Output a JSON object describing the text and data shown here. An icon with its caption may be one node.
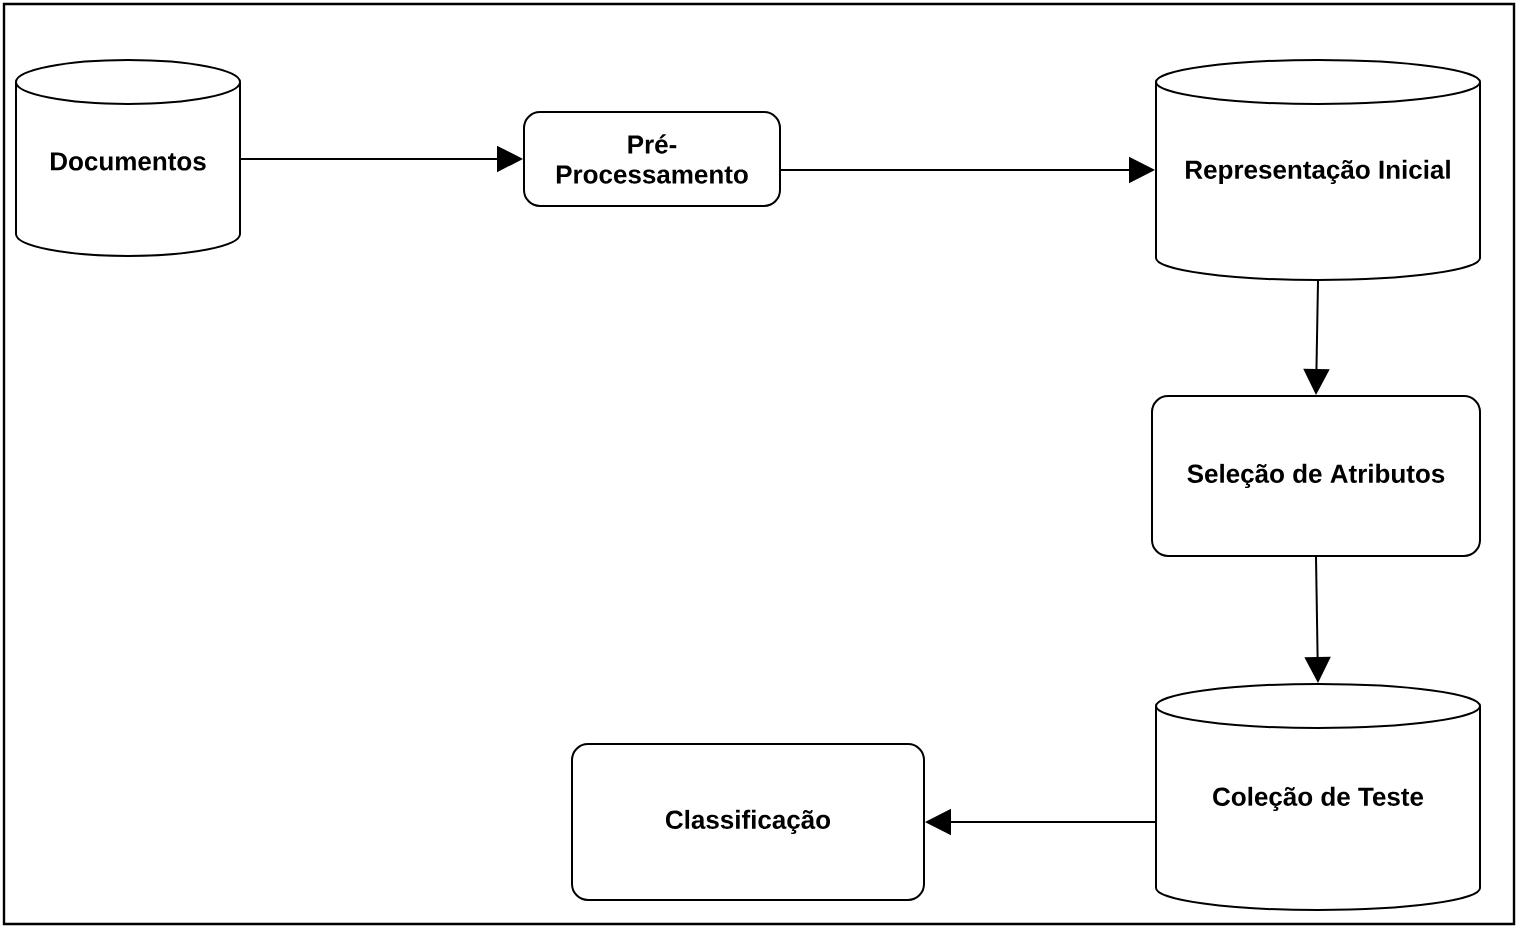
{
  "diagram": {
    "nodes": [
      {
        "text": [
          "Documentos"
        ]
      },
      {
        "text": [
          "Pré- Processamento"
        ]
      },
      {
        "text": [
          "Representação Inicial"
        ]
      },
      {
        "text": [
          "Seleção de Atributos"
        ]
      },
      {
        "text": [
          "Coleção de Teste"
        ]
      },
      {
        "text": [
          "Classificação"
        ]
      }
    ],
    "edges": [
      {
        "from": 0,
        "to": 1,
        "arrow": "to"
      },
      {
        "from": 1,
        "to": 2,
        "arrow": "to"
      },
      {
        "from": 2,
        "to": 3,
        "arrow": "to"
      },
      {
        "from": 3,
        "to": 4,
        "arrow": "to"
      },
      {
        "from": 4,
        "to": 5,
        "arrow": "to"
      }
    ]
  }
}
